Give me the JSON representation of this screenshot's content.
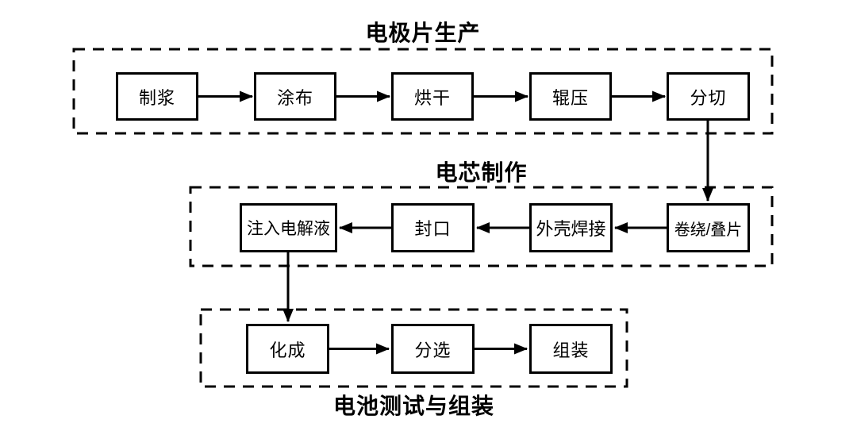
{
  "diagram": {
    "type": "flowchart",
    "language": "zh-CN",
    "sections": [
      {
        "title": "电极片生产",
        "flow": "left-to-right",
        "nodes": [
          "制浆",
          "涂布",
          "烘干",
          "辊压",
          "分切"
        ]
      },
      {
        "title": "电芯制作",
        "flow": "right-to-left",
        "nodes": [
          "卷绕/叠片",
          "外壳焊接",
          "封口",
          "注入电解液"
        ]
      },
      {
        "title": "电池测试与组装",
        "flow": "left-to-right",
        "nodes": [
          "化成",
          "分选",
          "组装"
        ]
      }
    ],
    "edges": [
      {
        "from": "制浆",
        "to": "涂布"
      },
      {
        "from": "涂布",
        "to": "烘干"
      },
      {
        "from": "烘干",
        "to": "辊压"
      },
      {
        "from": "辊压",
        "to": "分切"
      },
      {
        "from": "分切",
        "to": "卷绕/叠片"
      },
      {
        "from": "卷绕/叠片",
        "to": "外壳焊接"
      },
      {
        "from": "外壳焊接",
        "to": "封口"
      },
      {
        "from": "封口",
        "to": "注入电解液"
      },
      {
        "from": "注入电解液",
        "to": "化成"
      },
      {
        "from": "化成",
        "to": "分选"
      },
      {
        "from": "分选",
        "to": "组装"
      }
    ],
    "colors": {
      "background": "#ffffff",
      "line": "#000000",
      "box_border": "#000000",
      "box_bg": "#ffffff",
      "text": "#000000"
    }
  }
}
